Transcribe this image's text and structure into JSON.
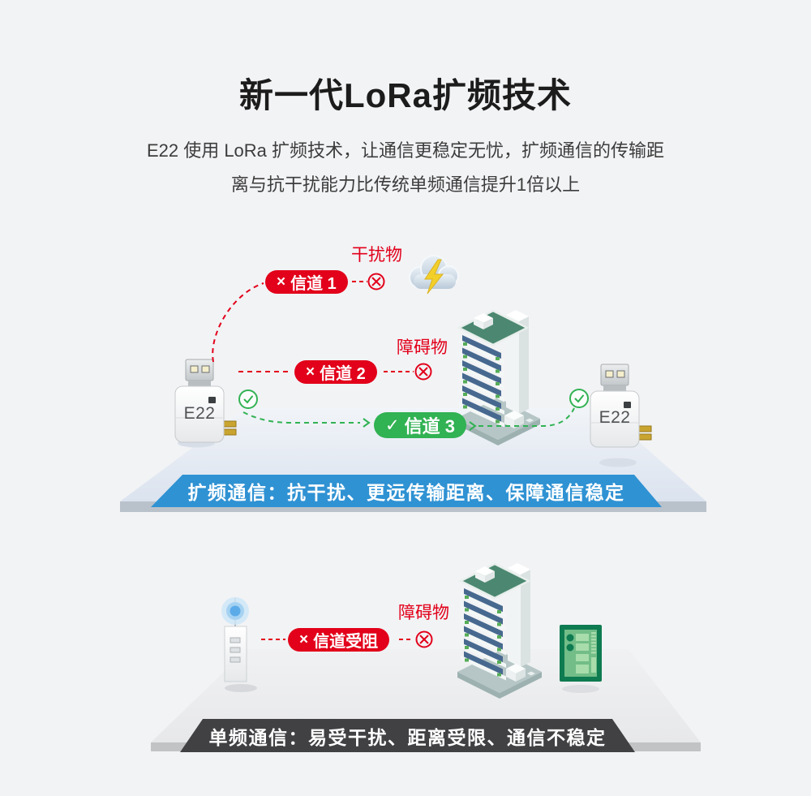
{
  "header": {
    "title": "新一代LoRa扩频技术",
    "intro_lines": [
      "E22 使用 LoRa 扩频技术，让通信更稳定无忧，扩频通信的传输距",
      "离与抗干扰能力比传统单频通信提升1倍以上"
    ]
  },
  "spread_section": {
    "interference_label": "干扰物",
    "obstacle_label": "障碍物",
    "channels": [
      {
        "status_icon": "×",
        "label": "信道 1",
        "status": "blocked"
      },
      {
        "status_icon": "×",
        "label": "信道 2",
        "status": "blocked"
      },
      {
        "status_icon": "✓",
        "label": "信道 3",
        "status": "ok"
      }
    ],
    "device_left_label": "E22",
    "device_right_label": "E22",
    "banner": "扩频通信：抗干扰、更远传输距离、保障通信稳定"
  },
  "single_section": {
    "obstacle_label": "障碍物",
    "blocked_channel": {
      "status_icon": "×",
      "label": "信道受阻"
    },
    "banner": "单频通信：易受干扰、距离受限、通信不稳定"
  },
  "colors": {
    "red": "#e2001a",
    "green": "#31b253",
    "banner_blue": "#2f92d3",
    "banner_dark": "#414144",
    "background": "#f2f3f5"
  }
}
